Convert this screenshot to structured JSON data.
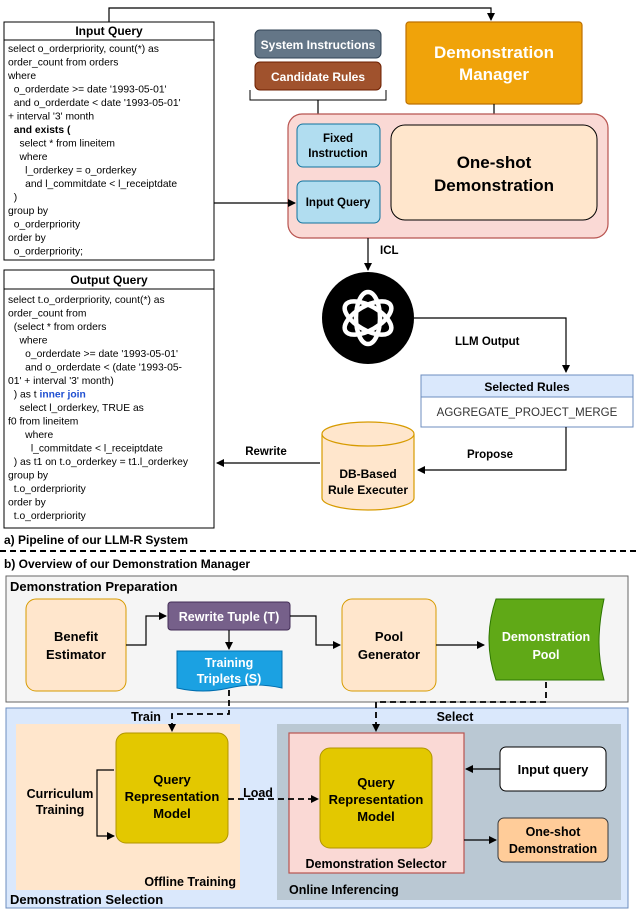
{
  "input_query": {
    "title": "Input Query",
    "lines": [
      "select o_orderpriority, count(*) as",
      "order_count from orders",
      "where",
      "  o_orderdate >= date '1993-05-01'",
      "  and o_orderdate < date '1993-05-01'",
      "+ interval '3' month",
      "  and exists (",
      "    select * from lineitem",
      "    where",
      "      l_orderkey = o_orderkey",
      "      and l_commitdate < l_receiptdate",
      "  )",
      "group by",
      "  o_orderpriority",
      "order by",
      "  o_orderpriority;"
    ]
  },
  "output_query": {
    "title": "Output Query",
    "lines": [
      "select t.o_orderpriority, count(*) as",
      "order_count from",
      "  (select * from orders",
      "    where",
      "      o_orderdate >= date '1993-05-01'",
      "      and o_orderdate < (date '1993-05-",
      "01' + interval '3' month)",
      "  ) as t ",
      "    select l_orderkey, TRUE as",
      "f0 from lineitem",
      "      where",
      "        l_commitdate < l_receiptdate",
      "  ) as t1 on t.o_orderkey = t1.l_orderkey",
      "group by",
      "  t.o_orderpriority",
      "order by",
      "  t.o_orderpriority"
    ],
    "highlight": "inner join"
  },
  "prompt": {
    "system_instructions": "System Instructions",
    "candidate_rules": "Candidate Rules",
    "fixed_instruction_1": "Fixed",
    "fixed_instruction_2": "Instruction",
    "input_query": "Input Query",
    "one_shot_1": "One-shot",
    "one_shot_2": "Demonstration"
  },
  "demo_manager_1": "Demonstration",
  "demo_manager_2": "Manager",
  "icl": "ICL",
  "llm_output": "LLM Output",
  "selected_rules": {
    "title": "Selected Rules",
    "rule": "AGGREGATE_PROJECT_MERGE"
  },
  "propose": "Propose",
  "rewrite": "Rewrite",
  "executer_1": "DB-Based",
  "executer_2": "Rule Executer",
  "caption_a": "a) Pipeline of our LLM-R System",
  "caption_b": "b) Overview of our Demonstration Manager",
  "prep": {
    "title": "Demonstration Preparation",
    "benefit_1": "Benefit",
    "benefit_2": "Estimator",
    "rewrite_tuple": "Rewrite Tuple (T)",
    "training_1": "Training",
    "training_2": "Triplets (S)",
    "pool_gen_1": "Pool",
    "pool_gen_2": "Generator",
    "demo_pool_1": "Demonstration",
    "demo_pool_2": "Pool"
  },
  "selection": {
    "title": "Demonstration Selection",
    "train": "Train",
    "select": "Select",
    "curriculum_1": "Curriculum",
    "curriculum_2": "Training",
    "qrm_1": "Query",
    "qrm_2": "Representation",
    "qrm_3": "Model",
    "offline": "Offline Training",
    "load": "Load",
    "selector": "Demonstration Selector",
    "online": "Online Inferencing",
    "input_query": "Input query",
    "one_shot_1": "One-shot",
    "one_shot_2": "Demonstration"
  },
  "colors": {
    "orange": "#f0a30a",
    "pink": "#fad9d5",
    "pink_border": "#b85450",
    "peach": "#ffe6cc",
    "peach_border": "#d79b00",
    "teal": "#b1ddf0",
    "teal_border": "#10739e",
    "brown": "#a0522d",
    "slate": "#647687",
    "purple": "#76608a",
    "blue": "#1ba1e2",
    "green": "#60a917",
    "yellow": "#e3c800",
    "lightblue": "#dae8fc",
    "gray": "#f5f5f5"
  }
}
